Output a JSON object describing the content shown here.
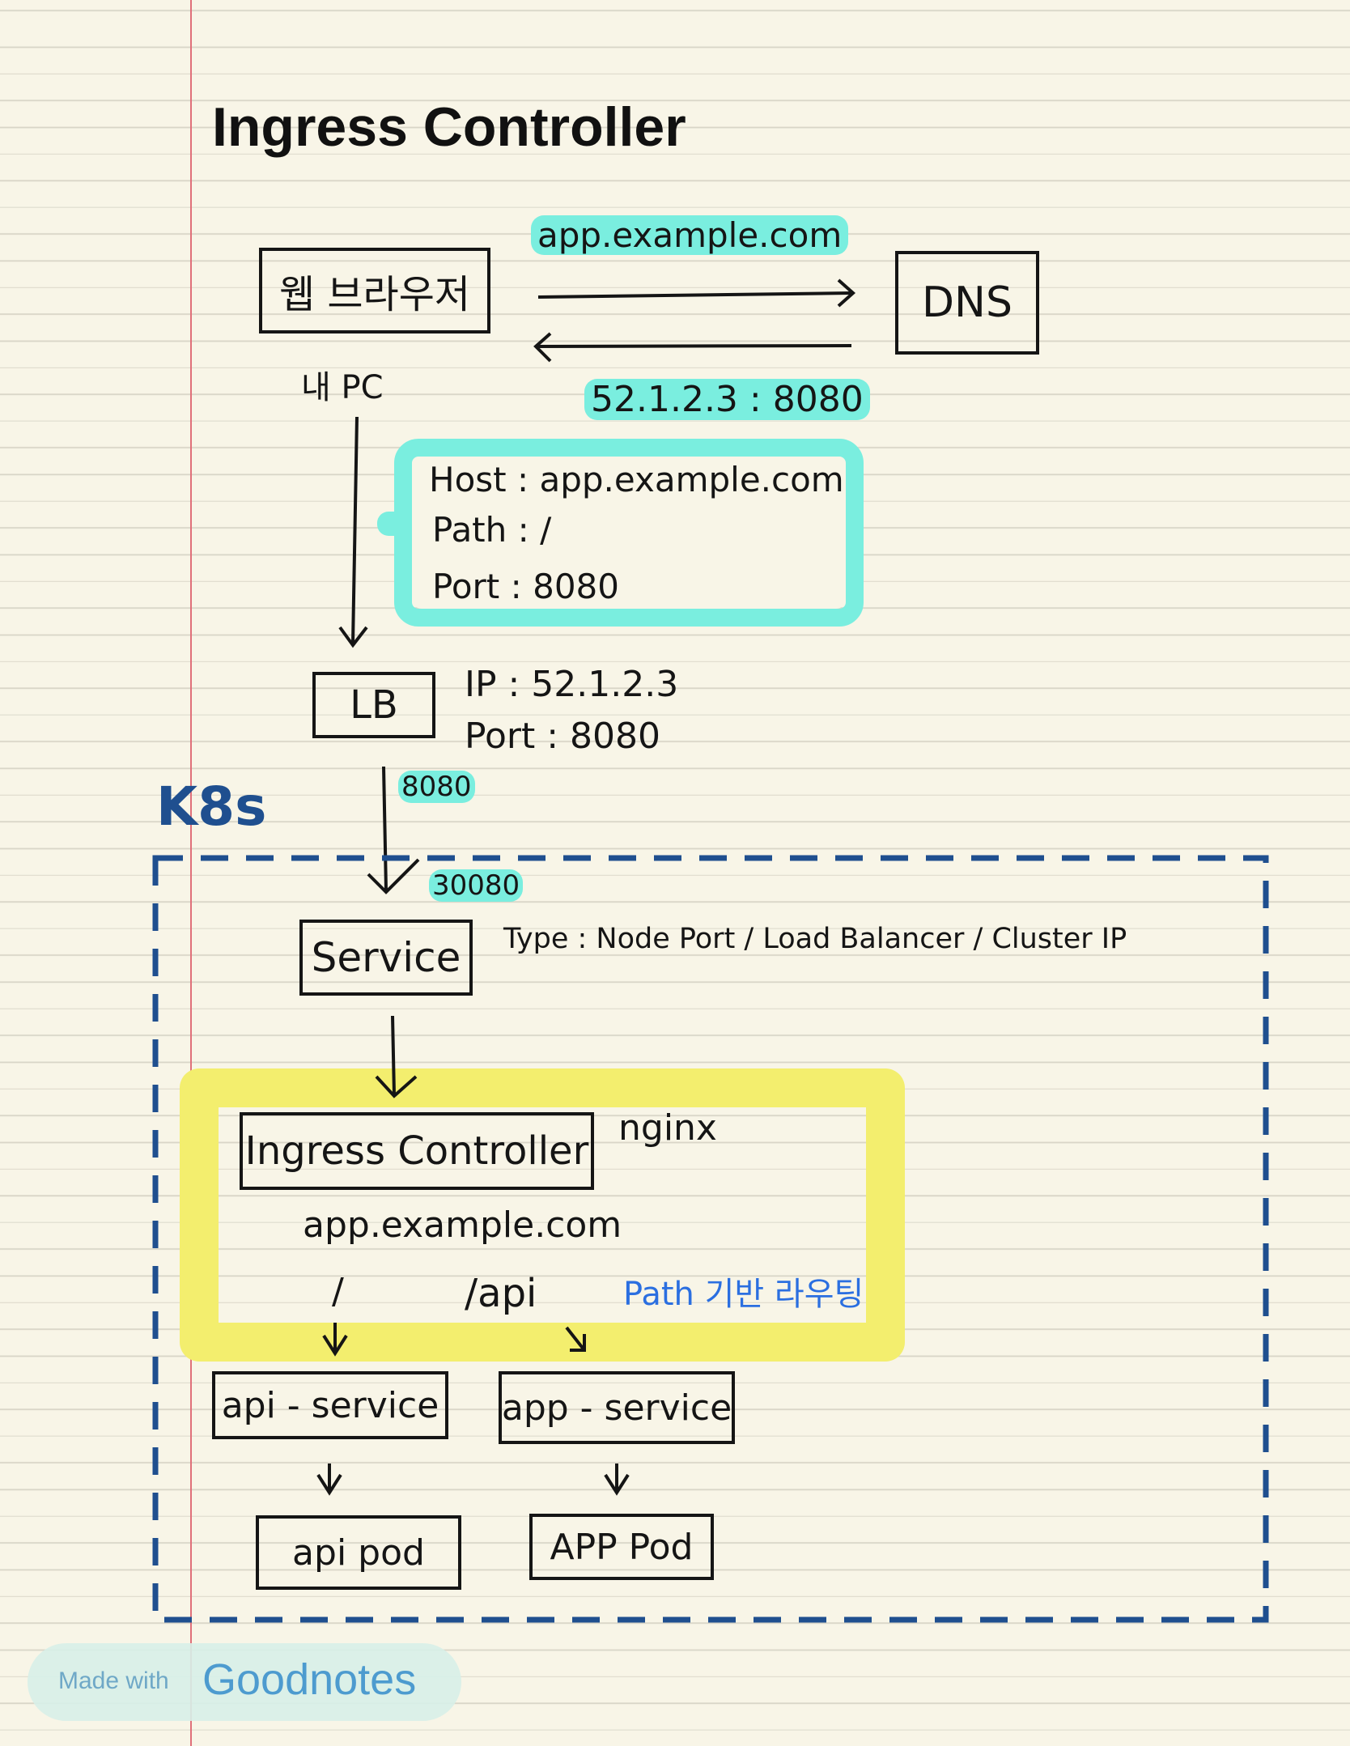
{
  "title": "Ingress Controller",
  "browser": {
    "label": "웹 브라우저",
    "caption": "내 PC"
  },
  "dns": {
    "label": "DNS",
    "query": "app.example.com",
    "answer": "52.1.2.3 : 8080"
  },
  "request": {
    "host": "Host : app.example.com",
    "path": "Path : /",
    "port": "Port : 8080"
  },
  "lb": {
    "label": "LB",
    "ip": "IP : 52.1.2.3",
    "port": "Port : 8080",
    "port_label": "8080"
  },
  "k8s": {
    "label": "K8s",
    "node_port": "30080",
    "service": {
      "label": "Service",
      "type": "Type : Node Port  /  Load Balancer  /  Cluster IP"
    },
    "ingress": {
      "label": "Ingress Controller",
      "impl": "nginx",
      "host": "app.example.com",
      "path_root": "/",
      "path_api": "/api",
      "note": "Path 기반 라우팅"
    },
    "services": [
      {
        "label": "api - service"
      },
      {
        "label": "app - service"
      }
    ],
    "pods": [
      {
        "label": "api pod"
      },
      {
        "label": "APP Pod"
      }
    ]
  },
  "watermark": {
    "small": "Made with",
    "big": "Goodnotes"
  },
  "colors": {
    "highlight_cyan": "#7aeedf",
    "highlight_yellow": "#f3ee6e",
    "k8s_blue": "#1f4f8f",
    "note_blue": "#2b6fe0"
  }
}
